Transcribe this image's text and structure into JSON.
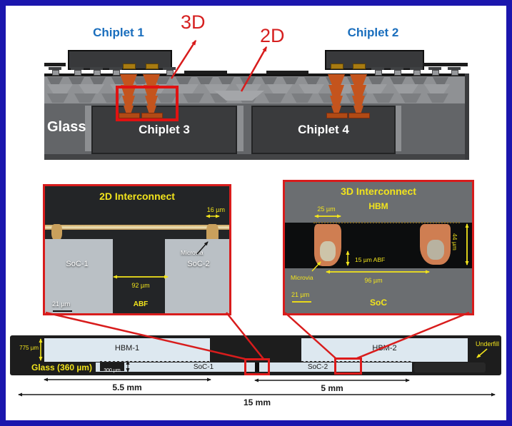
{
  "schematic": {
    "chiplet1_label": "Chiplet 1",
    "chiplet2_label": "Chiplet 2",
    "label_3d": "3D",
    "label_2d": "2D",
    "glass_label": "Glass",
    "chiplet3_label": "Chiplet 3",
    "chiplet4_label": "Chiplet 4"
  },
  "inset_2d": {
    "title": "2D Interconnect",
    "dim_trace_width": "16 µm",
    "microvia_label": "Microvia",
    "soc1_label": "SoC-1",
    "soc2_label": "SoC-2",
    "dim_gap": "92 µm",
    "abf_label": "ABF",
    "scale_bar": "21 µm"
  },
  "inset_3d": {
    "title": "3D Interconnect",
    "hbm_label": "HBM",
    "dim_via_width": "25 µm",
    "dim_abf": "15 µm ABF",
    "dim_height": "44 µm",
    "dim_pitch": "96 µm",
    "microvia_label": "Microvia",
    "scale_bar": "21 µm",
    "soc_label": "SoC"
  },
  "cross_section": {
    "dim_hbm_height": "775 µm",
    "hbm1_label": "HBM-1",
    "hbm2_label": "HBM-2",
    "glass_label": "Glass (360 µm)",
    "dim_soc_height": "300 µm",
    "soc1_label": "SoC-1",
    "soc2_label": "SoC-2",
    "underfill_label": "Underfill",
    "dim_left": "5.5 mm",
    "dim_right": "5 mm",
    "dim_total": "15 mm"
  },
  "colors": {
    "frame_blue": "#1b16ad",
    "annotation_red": "#d81c1c",
    "chiplet_blue": "#1a6ebd",
    "annotation_yellow": "#f2e41c",
    "copper": "#c4541d"
  }
}
